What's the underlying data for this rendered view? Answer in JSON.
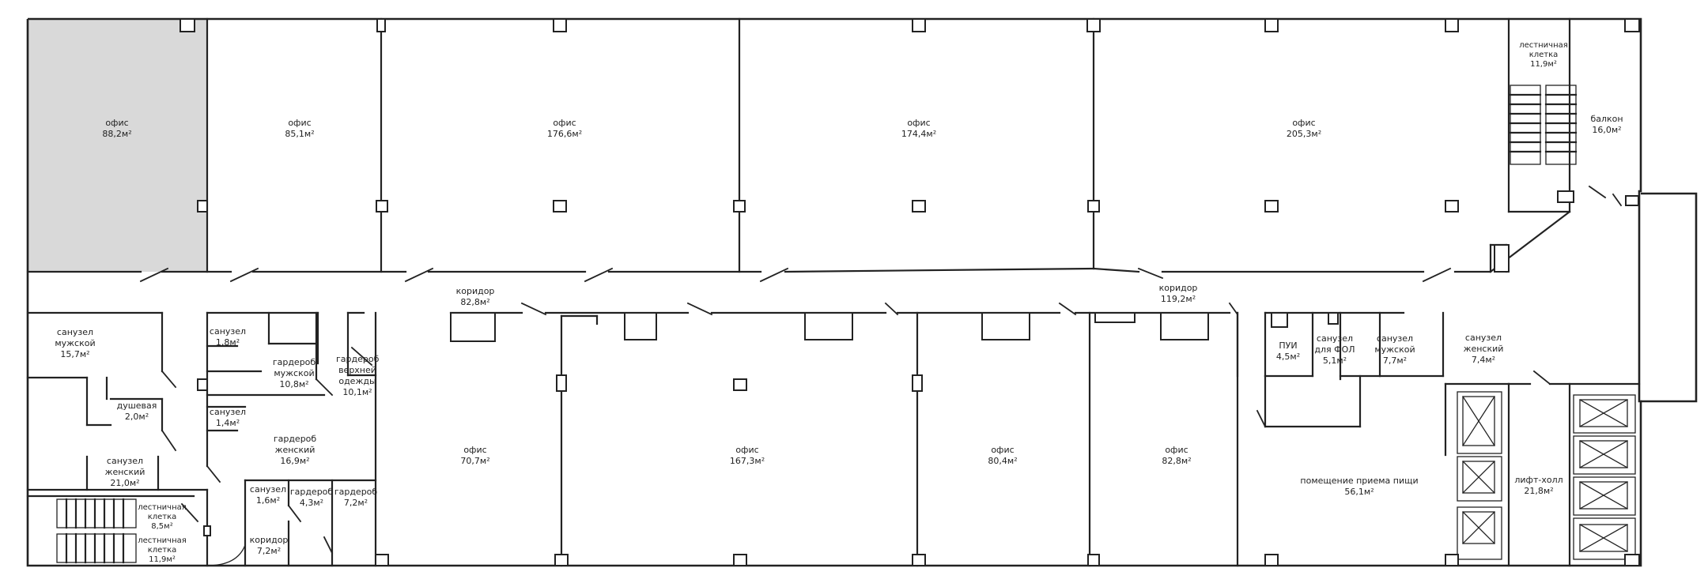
{
  "colors": {
    "wall": "#222222",
    "highlight": "#d9d9d9",
    "background": "#ffffff"
  },
  "rooms": [
    {
      "id": "office-1",
      "name": "офис",
      "area": "88,2м²"
    },
    {
      "id": "office-2",
      "name": "офис",
      "area": "85,1м²"
    },
    {
      "id": "office-3",
      "name": "офис",
      "area": "176,6м²"
    },
    {
      "id": "office-4",
      "name": "офис",
      "area": "174,4м²"
    },
    {
      "id": "office-5",
      "name": "офис",
      "area": "205,3м²"
    },
    {
      "id": "stair-ne",
      "name": "лестничная клетка",
      "area": "11,9м²"
    },
    {
      "id": "balcony",
      "name": "балкон",
      "area": "16,0м²"
    },
    {
      "id": "corridor-1",
      "name": "коридор",
      "area": "82,8м²"
    },
    {
      "id": "corridor-2",
      "name": "коридор",
      "area": "119,2м²"
    },
    {
      "id": "wc-men-1",
      "name": "санузел мужской",
      "area": "15,7м²"
    },
    {
      "id": "wc-1",
      "name": "санузел",
      "area": "1,8м²"
    },
    {
      "id": "wardrobe-men",
      "name": "гардероб мужской",
      "area": "10,8м²"
    },
    {
      "id": "wardrobe-outer",
      "name": "гардероб верхней одежды",
      "area": "10,1м²"
    },
    {
      "id": "shower",
      "name": "душевая",
      "area": "2,0м²"
    },
    {
      "id": "wc-2",
      "name": "санузел",
      "area": "1,4м²"
    },
    {
      "id": "wardrobe-women",
      "name": "гардероб женский",
      "area": "16,9м²"
    },
    {
      "id": "wc-women-1",
      "name": "санузел женский",
      "area": "21,0м²"
    },
    {
      "id": "stair-sw-1",
      "name": "лестничная клетка",
      "area": "8,5м²"
    },
    {
      "id": "stair-sw-2",
      "name": "лестничная клетка",
      "area": "11,9м²"
    },
    {
      "id": "wc-3",
      "name": "санузел",
      "area": "1,6м²"
    },
    {
      "id": "wardrobe-a",
      "name": "гардероб",
      "area": "4,3м²"
    },
    {
      "id": "wardrobe-b",
      "name": "гардероб",
      "area": "7,2м²"
    },
    {
      "id": "corridor-3",
      "name": "коридор",
      "area": "7,2м²"
    },
    {
      "id": "office-6",
      "name": "офис",
      "area": "70,7м²"
    },
    {
      "id": "office-7",
      "name": "офис",
      "area": "167,3м²"
    },
    {
      "id": "office-8",
      "name": "офис",
      "area": "80,4м²"
    },
    {
      "id": "office-9",
      "name": "офис",
      "area": "82,8м²"
    },
    {
      "id": "pui",
      "name": "ПУИ",
      "area": "4,5м²"
    },
    {
      "id": "wc-disabled",
      "name": "санузел для ФОЛ",
      "area": "5,1м²"
    },
    {
      "id": "wc-men-2",
      "name": "санузел мужской",
      "area": "7,7м²"
    },
    {
      "id": "wc-women-2",
      "name": "санузел женский",
      "area": "7,4м²"
    },
    {
      "id": "dining",
      "name": "помещение приема пищи",
      "area": "56,1м²"
    },
    {
      "id": "lift-hall",
      "name": "лифт-холл",
      "area": "21,8м²"
    }
  ]
}
